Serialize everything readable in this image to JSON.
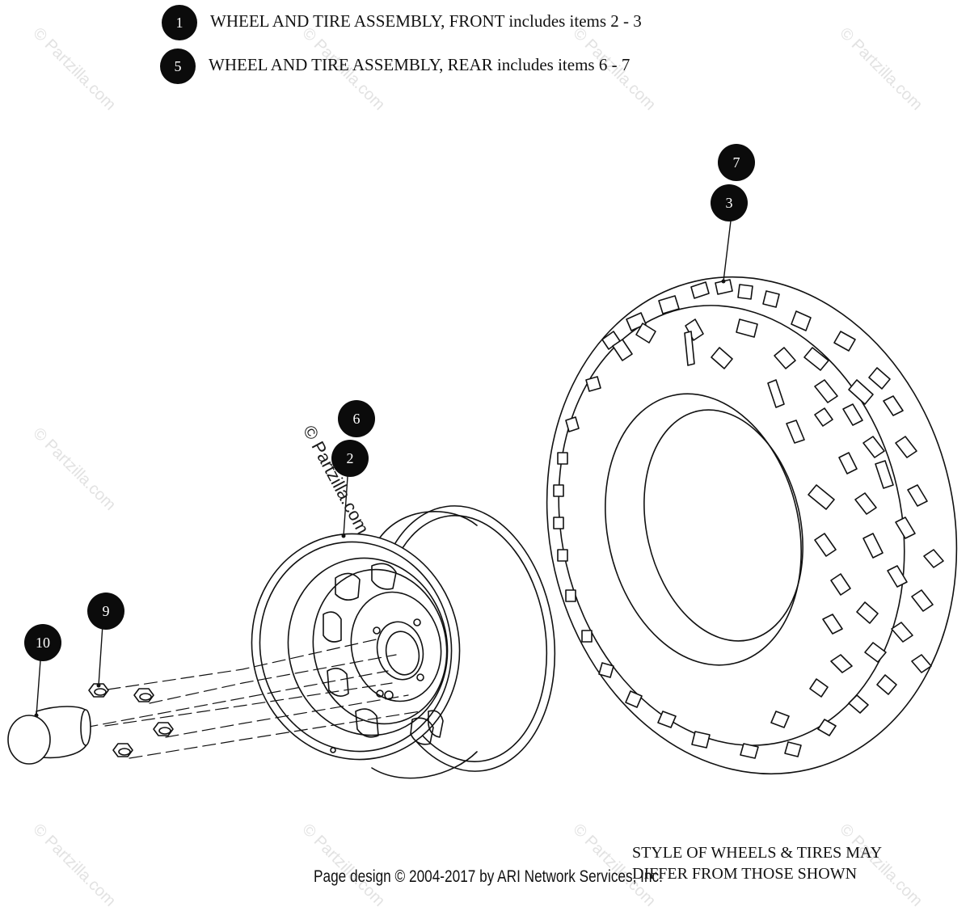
{
  "legend": [
    {
      "number": "1",
      "text": "WHEEL AND TIRE ASSEMBLY, FRONT includes items 2 - 3"
    },
    {
      "number": "5",
      "text": "WHEEL AND TIRE ASSEMBLY, REAR includes items 6 - 7"
    }
  ],
  "callouts": {
    "tire_upper": "7",
    "tire_lower": "3",
    "wheel_upper": "6",
    "wheel_lower": "2",
    "lug_nut": "9",
    "hub_cap": "10"
  },
  "watermark": "© Partzilla.com",
  "note_lines": [
    "STYLE OF WHEELS & TIRES MAY",
    "DIFFER FROM THOSE SHOWN"
  ],
  "footer": "Page design © 2004-2017 by ARI Network Services, Inc."
}
